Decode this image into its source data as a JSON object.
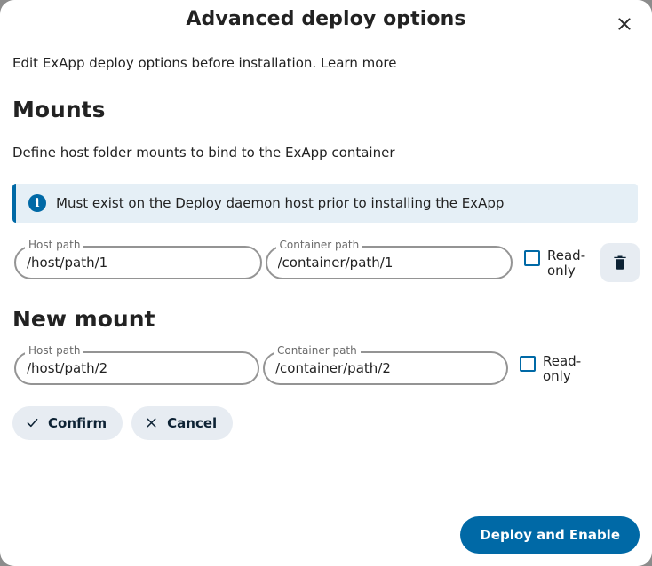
{
  "dialog": {
    "title": "Advanced deploy options",
    "close_icon": "close-icon",
    "intro": "Edit ExApp deploy options before installation.",
    "learn_more": "Learn more"
  },
  "mounts": {
    "heading": "Mounts",
    "description": "Define host folder mounts to bind to the ExApp container",
    "info": {
      "icon": "i",
      "text": "Must exist on the Deploy daemon host prior to installing the ExApp"
    },
    "rows": [
      {
        "host_label": "Host path",
        "host_value": "/host/path/1",
        "container_label": "Container path",
        "container_value": "/container/path/1",
        "readonly_label": "Read-only",
        "readonly_checked": false,
        "delete_icon": "trash-icon"
      }
    ]
  },
  "new_mount": {
    "heading": "New mount",
    "host_label": "Host path",
    "host_value": "/host/path/2",
    "container_label": "Container path",
    "container_value": "/container/path/2",
    "readonly_label": "Read-only",
    "readonly_checked": false,
    "confirm_label": "Confirm",
    "cancel_label": "Cancel"
  },
  "footer": {
    "deploy_label": "Deploy and Enable"
  },
  "colors": {
    "primary": "#0069a6",
    "info_background": "#e5eff6",
    "button_background": "#e7ecf2",
    "text": "#222222",
    "dark_navy": "#0d2234"
  }
}
